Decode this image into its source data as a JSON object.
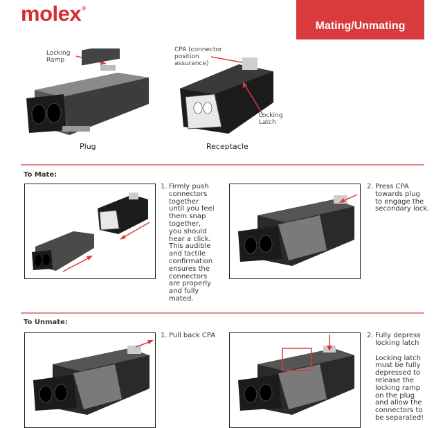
{
  "header": {
    "brand": "molex",
    "trademark": "®",
    "banner_title": "Mating/Unmating"
  },
  "overview": {
    "plug_callout": [
      "Locking",
      "Ramp"
    ],
    "plug_caption": "Plug",
    "cpa_callout": [
      "CPA (connector",
      "position",
      "assurance)"
    ],
    "latch_callout": [
      "Locking",
      "Latch"
    ],
    "receptacle_caption": "Receptacle"
  },
  "mate": {
    "heading": "To Mate:",
    "steps": [
      {
        "num": "1.",
        "lines": [
          "Firmly push",
          "connectors",
          "together",
          "until you feel",
          "them snap",
          "together,",
          "you should",
          "hear a click.",
          "This audible",
          "and tactile",
          "confirmation",
          "ensures the",
          "connectors",
          "are properly",
          "and fully",
          "mated."
        ]
      },
      {
        "num": "2.",
        "lines": [
          "Press CPA",
          "towards plug",
          "to engage the",
          "secondary lock."
        ]
      }
    ]
  },
  "unmate": {
    "heading": "To Unmate:",
    "steps": [
      {
        "num": "1.",
        "lines": [
          "Pull back CPA"
        ]
      },
      {
        "num": "2.",
        "lines": [
          "Fully depress",
          "locking latch",
          "",
          "Locking latch",
          "must be fully",
          "depressed to",
          "release the",
          "locking ramp",
          "on the plug",
          "and allow the",
          "connectors to",
          "be separated!"
        ]
      }
    ]
  },
  "colors": {
    "brand_red": "#d62d33",
    "banner": "#d93a3d",
    "rule": "#e08a8c",
    "arrow": "#e0383c"
  }
}
